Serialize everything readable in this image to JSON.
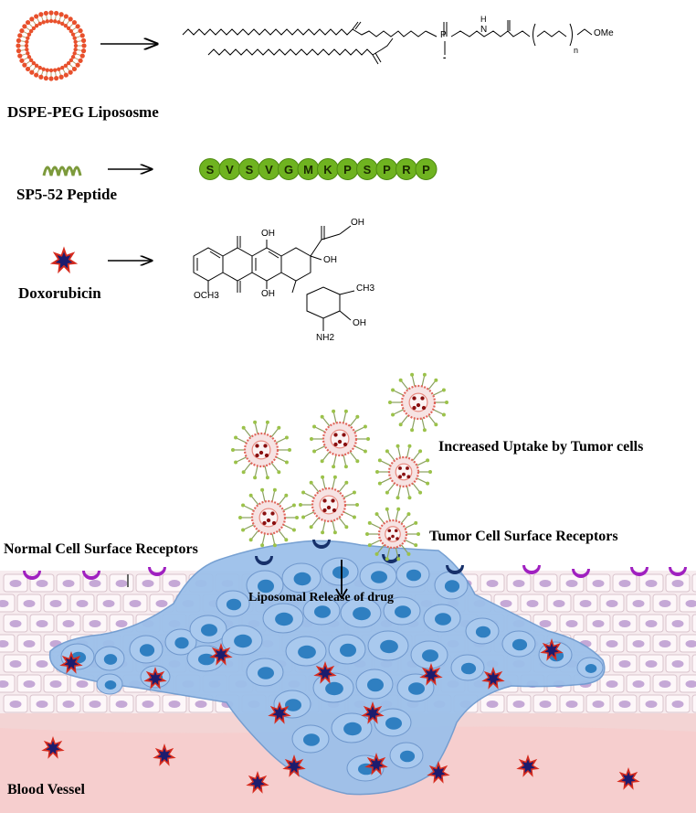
{
  "legend": {
    "liposome": {
      "label": "DSPE-PEG Lipososme"
    },
    "peptide": {
      "label": "SP5-52 Peptide",
      "sequence": [
        "S",
        "V",
        "S",
        "V",
        "G",
        "M",
        "K",
        "P",
        "S",
        "P",
        "R",
        "P"
      ]
    },
    "doxorubicin": {
      "label": "Doxorubicin"
    },
    "chem_labels": {
      "p": "P",
      "minus": "-",
      "n_h": "N",
      "h": "H",
      "n_sub": "n",
      "ome": "OMe",
      "oh1": "OH",
      "oh2": "OH",
      "oh3": "OH",
      "oh4": "OH",
      "oh5": "OH",
      "och3": "OCH3",
      "nh2": "NH2",
      "ch3": "CH3"
    }
  },
  "scene": {
    "increased_uptake": "Increased Uptake by Tumor cells",
    "tumor_receptors": "Tumor Cell Surface Receptors",
    "normal_receptors": "Normal Cell Surface Receptors",
    "liposomal_release": "Liposomal Release of drug",
    "blood_vessel": "Blood Vessel"
  },
  "colors": {
    "peptide_green": "#6fb320",
    "tumor_blue": "#8db6e3",
    "nucleus_blue": "#2f7fc1",
    "normal_receptor_purple": "#a020c0",
    "tumor_receptor_navy": "#16306a",
    "blood_pink": "#f6c9c9",
    "drug_red": "#d62b1e",
    "drug_navy": "#1c1c6e"
  }
}
